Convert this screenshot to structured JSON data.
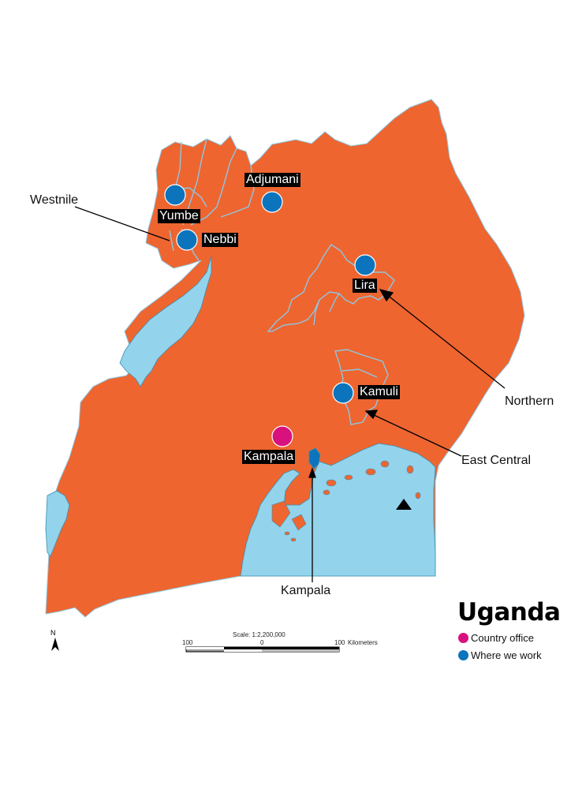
{
  "colors": {
    "land": "#ee6530",
    "water": "#93d3ec",
    "district_border": "#8ec7e0",
    "work_dot": "#0b74bc",
    "office_dot": "#d9117e",
    "label_bg": "#000000",
    "label_text": "#ffffff"
  },
  "map": {
    "country": "Uganda",
    "place_labels": [
      {
        "id": "adjumani",
        "text": "Adjumani",
        "type": "where-we-work"
      },
      {
        "id": "yumbe",
        "text": "Yumbe",
        "type": "where-we-work"
      },
      {
        "id": "nebbi",
        "text": "Nebbi",
        "type": "where-we-work"
      },
      {
        "id": "lira",
        "text": "Lira",
        "type": "where-we-work"
      },
      {
        "id": "kamuli",
        "text": "Kamuli",
        "type": "where-we-work"
      },
      {
        "id": "kampala",
        "text": "Kampala",
        "type": "country-office"
      }
    ],
    "region_callouts": [
      {
        "id": "westnile",
        "text": "Westnile"
      },
      {
        "id": "northern",
        "text": "Northern"
      },
      {
        "id": "east-central",
        "text": "East Central"
      },
      {
        "id": "kampala-region",
        "text": "Kampala"
      }
    ]
  },
  "legend": {
    "title": "Uganda",
    "items": [
      {
        "label": "Country office",
        "color": "#d9117e"
      },
      {
        "label": "Where we work",
        "color": "#0b74bc"
      }
    ]
  },
  "scale_bar": {
    "title": "Scale: 1:2,200,000",
    "left_tick": "100",
    "center_tick": "0",
    "right_tick": "100",
    "units": "Kilometers"
  },
  "north_arrow": {
    "label": "N"
  }
}
